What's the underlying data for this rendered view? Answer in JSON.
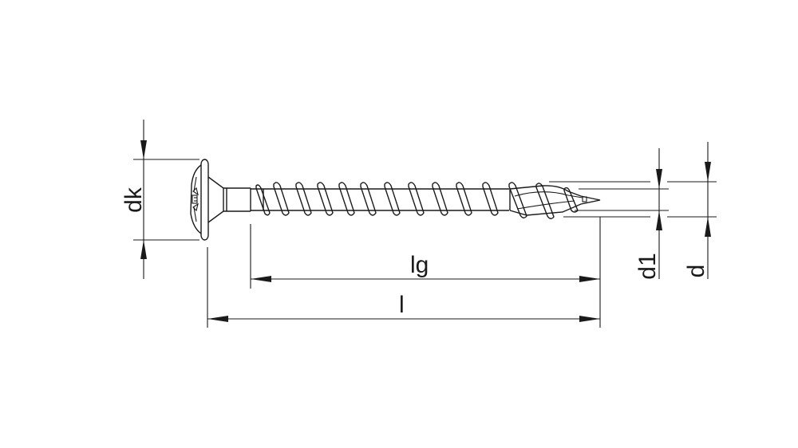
{
  "drawing": {
    "subject": "wood screw with washer head and partial thread",
    "line_color": "#1a1a1a",
    "background": "#ffffff"
  },
  "dimensions": {
    "dk": {
      "label": "dk",
      "orientation": "vertical"
    },
    "lg": {
      "label": "lg",
      "orientation": "horizontal"
    },
    "l": {
      "label": "l",
      "orientation": "horizontal"
    },
    "d1": {
      "label": "d1",
      "orientation": "vertical"
    },
    "d": {
      "label": "d",
      "orientation": "vertical"
    }
  }
}
